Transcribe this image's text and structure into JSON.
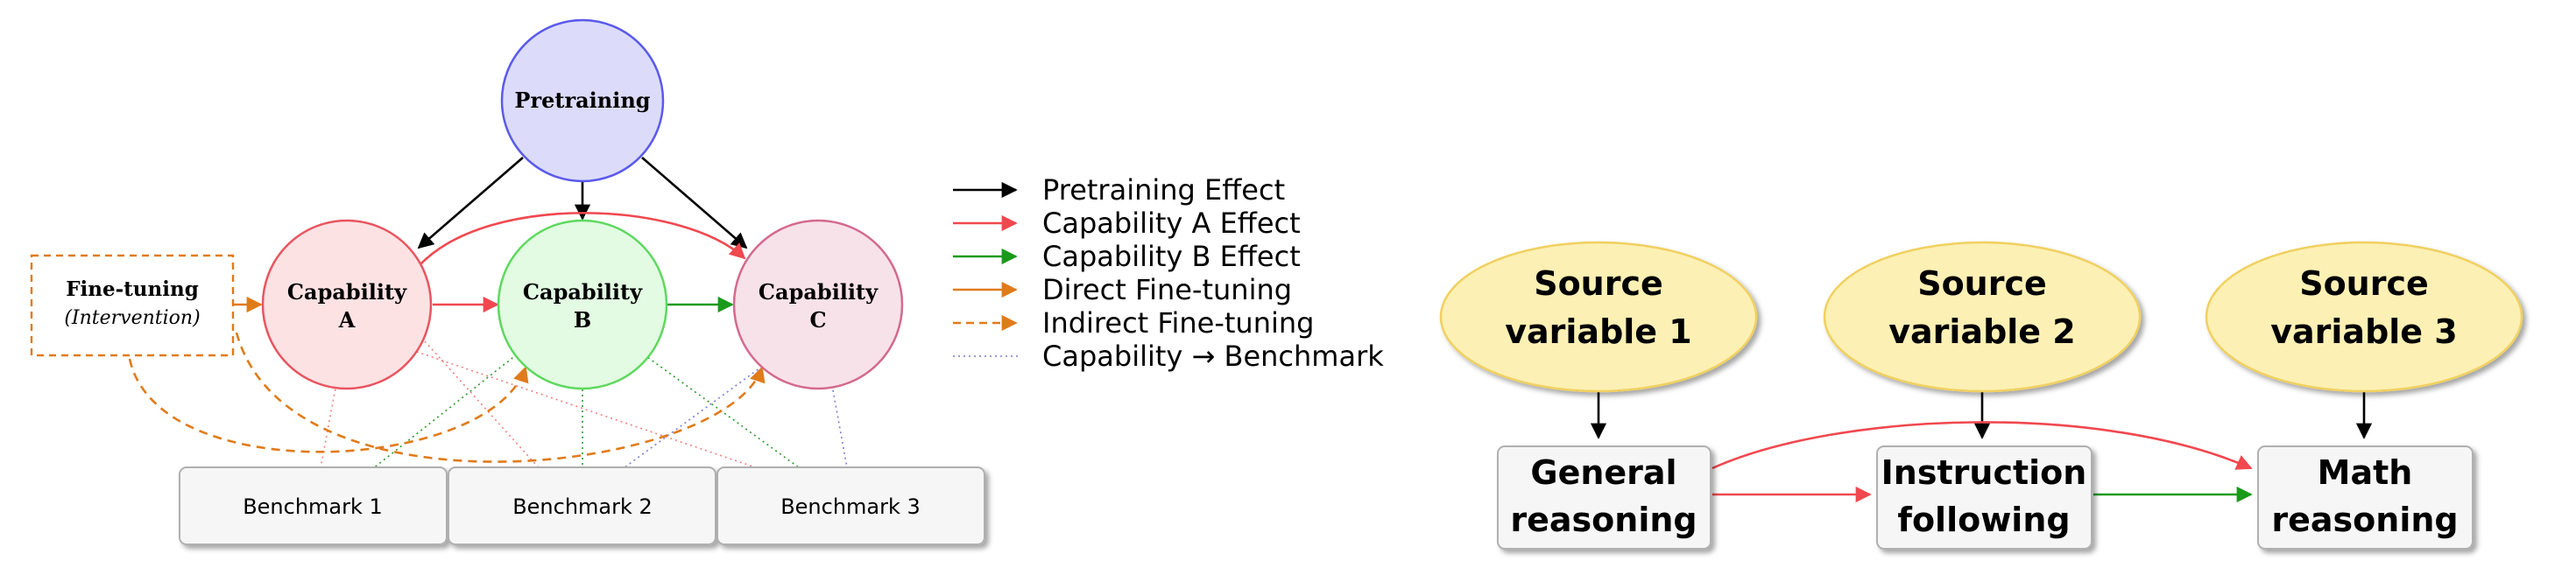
{
  "left_diagram": {
    "pretraining": {
      "label": "Pretraining",
      "color": "#5a5aeb",
      "fill": "#dcdcfa"
    },
    "capability_a": {
      "line1": "Capability",
      "line2": "A",
      "color": "#e8555f",
      "fill": "#fde2e4"
    },
    "capability_b": {
      "line1": "Capability",
      "line2": "B",
      "color": "#5ed85e",
      "fill": "#e2fbe2"
    },
    "capability_c": {
      "line1": "Capability",
      "line2": "C",
      "color": "#d36a8c",
      "fill": "#f8e2ea"
    },
    "fine_tuning": {
      "line1": "Fine-tuning",
      "line2": "(Intervention)",
      "color": "#e07b1a"
    },
    "benchmarks": [
      "Benchmark 1",
      "Benchmark 2",
      "Benchmark 3"
    ]
  },
  "legend": {
    "items": [
      {
        "label": "Pretraining Effect",
        "color": "#000000",
        "style": "solid"
      },
      {
        "label": "Capability A Effect",
        "color": "#f0484f",
        "style": "solid"
      },
      {
        "label": "Capability B Effect",
        "color": "#1a9a1a",
        "style": "solid"
      },
      {
        "label": "Direct Fine-tuning",
        "color": "#e07b1a",
        "style": "solid"
      },
      {
        "label": "Indirect Fine-tuning",
        "color": "#e07b1a",
        "style": "dashed"
      },
      {
        "label": "Capability → Benchmark",
        "color": "#9a9ad0",
        "style": "dotted"
      }
    ]
  },
  "right_diagram": {
    "sources": [
      {
        "line1": "Source",
        "line2": "variable 1"
      },
      {
        "line1": "Source",
        "line2": "variable 2"
      },
      {
        "line1": "Source",
        "line2": "variable 3"
      }
    ],
    "capabilities": [
      {
        "line1": "General",
        "line2": "reasoning"
      },
      {
        "line1": "Instruction",
        "line2": "following"
      },
      {
        "line1": "Math",
        "line2": "reasoning"
      }
    ],
    "source_fill": "#fdf0b4",
    "source_stroke": "#f0d060"
  }
}
